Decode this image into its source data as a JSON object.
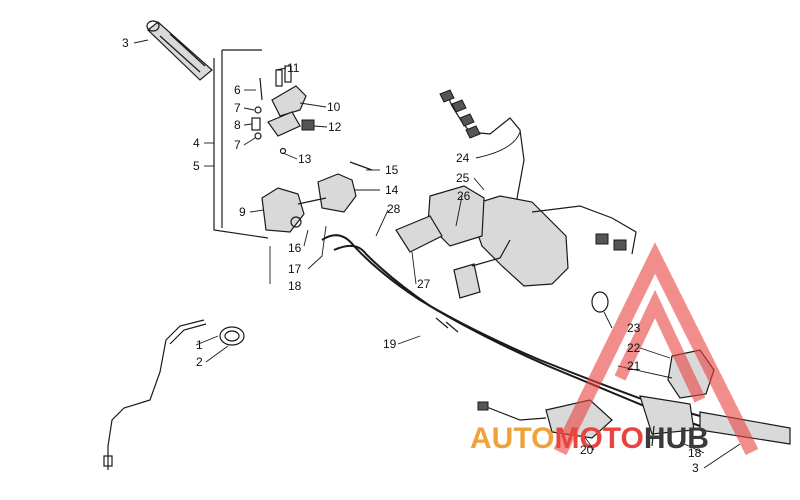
{
  "callouts": [
    "3",
    "6",
    "11",
    "7",
    "10",
    "8",
    "12",
    "7",
    "13",
    "4",
    "5",
    "15",
    "14",
    "9",
    "28",
    "26",
    "16",
    "17",
    "18",
    "24",
    "25",
    "27",
    "1",
    "2",
    "19",
    "23",
    "22",
    "21",
    "20",
    "18",
    "3"
  ],
  "watermark": {
    "part1": "AUTO",
    "part2": "MOTO",
    "part3": "HUB",
    "color1": "#f0a23a",
    "color2": "#e8433f",
    "color3": "#3a3a3a",
    "logo_color": "#e8433f"
  }
}
